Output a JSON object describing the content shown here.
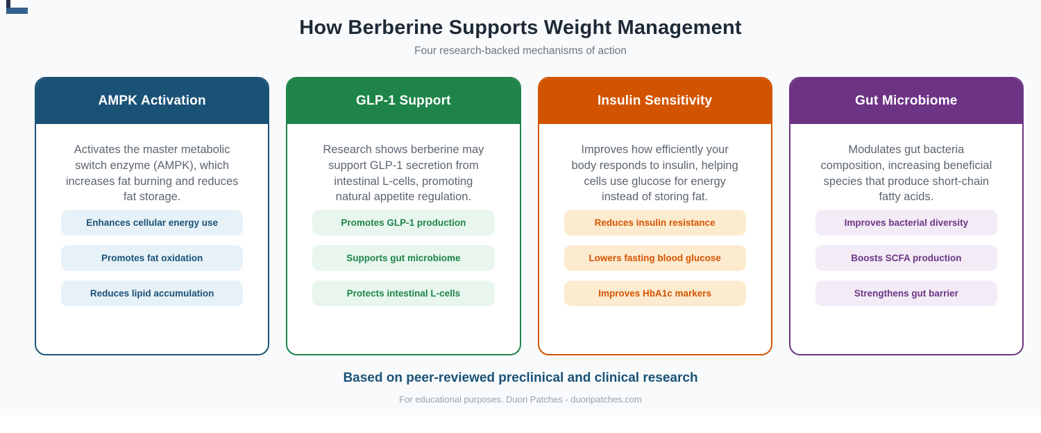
{
  "page": {
    "title": "How Berberine Supports Weight Management",
    "subtitle": "Four research-backed mechanisms of action",
    "footer_heading": "Based on peer-reviewed preclinical and clinical research",
    "footer_note": "For educational purposes. Duori Patches - duoripatches.com"
  },
  "colors": {
    "canvas_background": "#f8fafc",
    "title_text": "#1e2a36",
    "subtitle_text": "#6e7680",
    "description_text": "#5d6570",
    "footer_heading_text": "#1a5276",
    "footer_note_text": "#9aa2ab",
    "corner_mark_top": "#27304a",
    "corner_mark_bottom": "#33608c"
  },
  "cards": [
    {
      "title": "AMPK Activation",
      "description": "Activates the master metabolic switch enzyme (AMPK), which increases fat burning and reduces fat storage.",
      "pills": [
        "Enhances cellular energy use",
        "Promotes fat oxidation",
        "Reduces lipid accumulation"
      ],
      "accent": "#1a5276",
      "pill_bg": "#e7f1f8"
    },
    {
      "title": "GLP-1 Support",
      "description": "Research shows berberine may support GLP-1 secretion from intestinal L-cells, promoting natural appetite regulation.",
      "pills": [
        "Promotes GLP-1 production",
        "Supports gut microbiome",
        "Protects intestinal L-cells"
      ],
      "accent": "#1e8449",
      "pill_bg": "#e8f6ee"
    },
    {
      "title": "Insulin Sensitivity",
      "description": "Improves how efficiently your body responds to insulin, helping cells use glucose for energy instead of storing fat.",
      "pills": [
        "Reduces insulin resistance",
        "Lowers fasting blood glucose",
        "Improves HbA1c markers"
      ],
      "accent": "#d35400",
      "pill_bg": "#fdebd0"
    },
    {
      "title": "Gut Microbiome",
      "description": "Modulates gut bacteria composition, increasing beneficial species that produce short-chain fatty acids.",
      "pills": [
        "Improves bacterial diversity",
        "Boosts SCFA production",
        "Strengthens gut barrier"
      ],
      "accent": "#6c3483",
      "pill_bg": "#f3ecf7"
    }
  ]
}
